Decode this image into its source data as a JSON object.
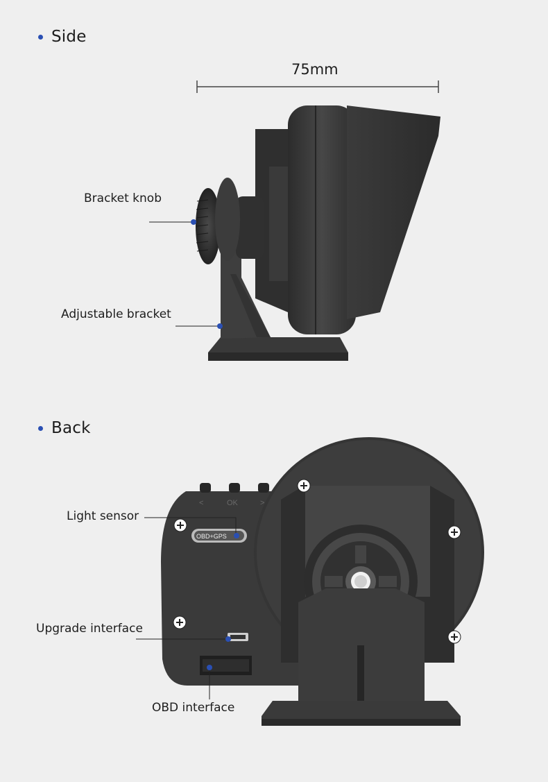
{
  "sections": {
    "side": {
      "title": "Side"
    },
    "back": {
      "title": "Back"
    }
  },
  "dimension": {
    "width_label": "75mm"
  },
  "side_labels": {
    "bracket_knob": "Bracket knob",
    "adjustable_bracket": "Adjustable bracket"
  },
  "back_labels": {
    "light_sensor": "Light sensor",
    "upgrade_interface": "Upgrade interface",
    "obd_interface": "OBD interface"
  },
  "device_markings": {
    "sensor_plate": "OBD+GPS",
    "button_ok": "OK",
    "button_left": "<",
    "button_right": ">"
  },
  "colors": {
    "background": "#efefef",
    "accent_dot": "#2a4fb3",
    "device_dark": "#3a3a3a"
  }
}
